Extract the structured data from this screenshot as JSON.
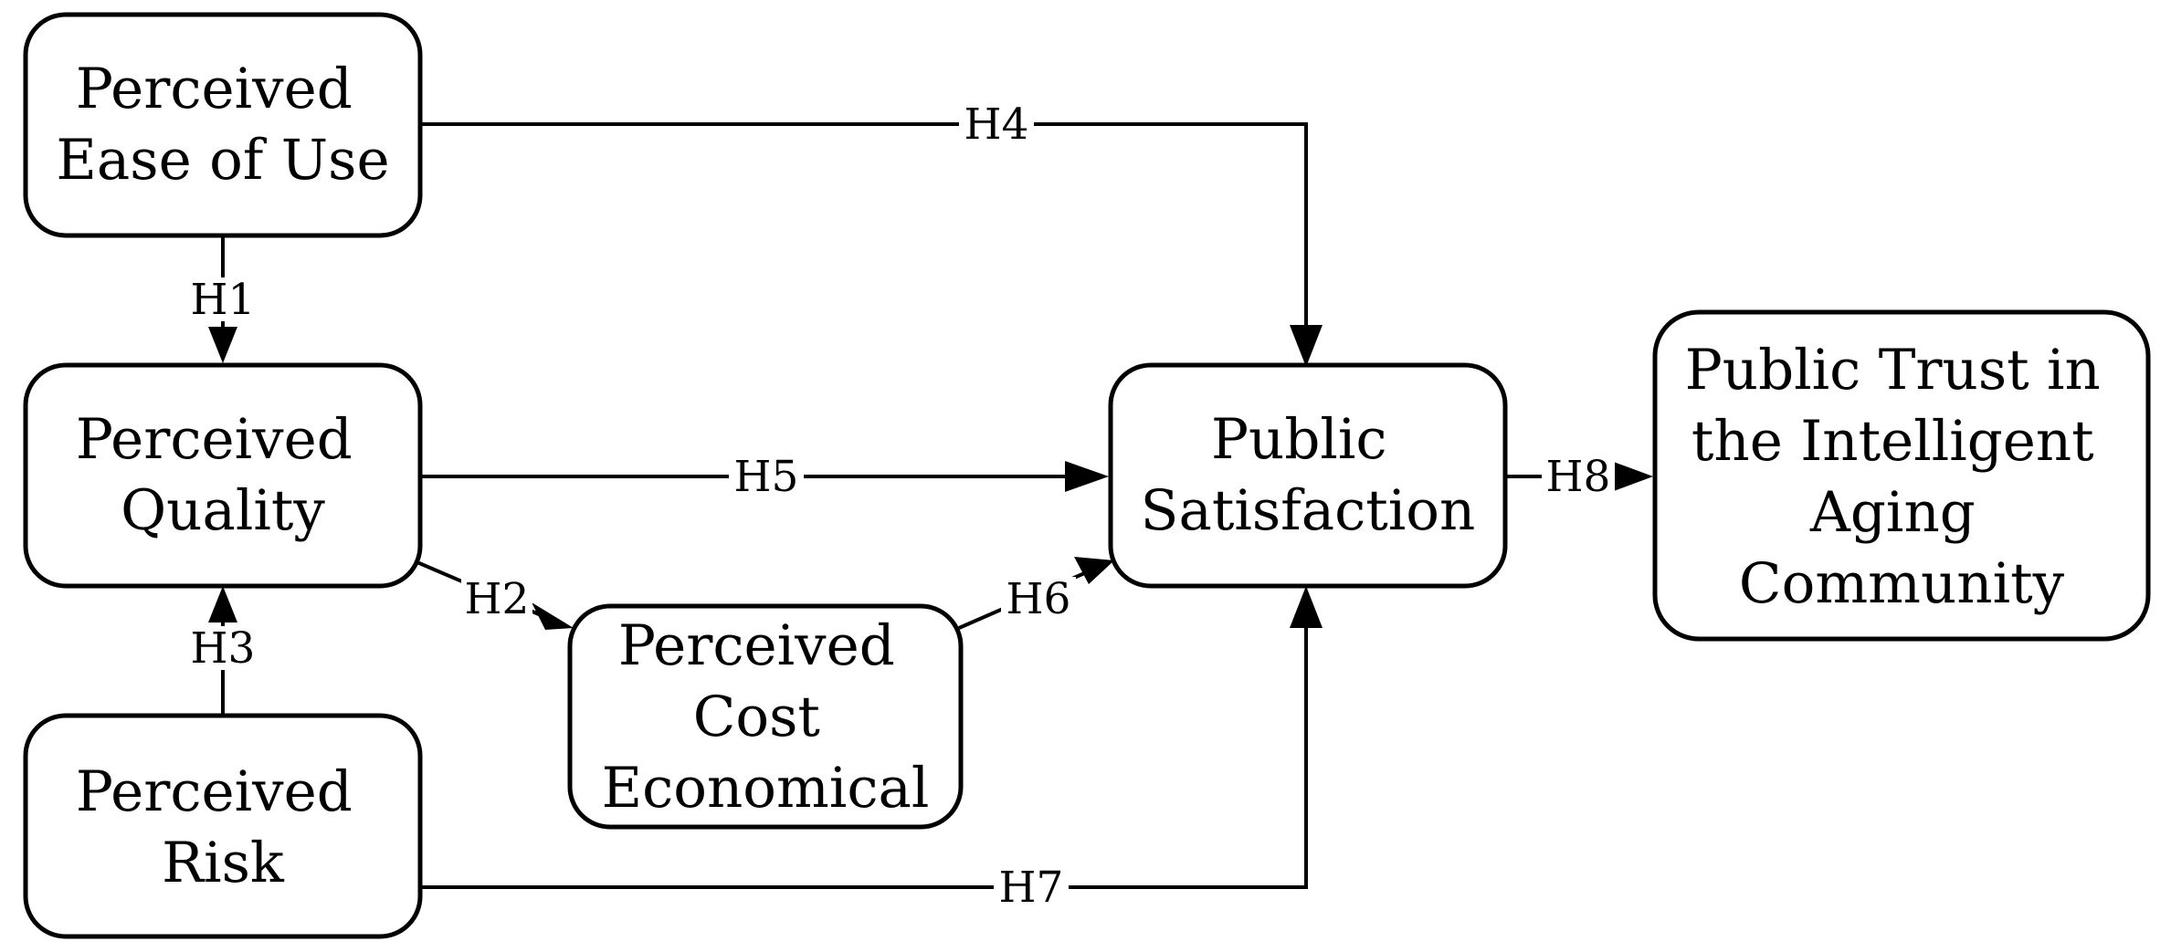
{
  "nodes": {
    "ease_of_use": {
      "lines": [
        "Perceived",
        "Ease of Use"
      ]
    },
    "quality": {
      "lines": [
        "Perceived",
        "Quality"
      ]
    },
    "risk": {
      "lines": [
        "Perceived",
        "Risk"
      ]
    },
    "cost": {
      "lines": [
        "Perceived",
        "Cost",
        "Economical"
      ]
    },
    "satisfaction": {
      "lines": [
        "Public",
        "Satisfaction"
      ]
    },
    "trust": {
      "lines": [
        "Public Trust in",
        "the Intelligent",
        "Aging",
        "Community"
      ]
    }
  },
  "edges": {
    "h1": {
      "label": "H1"
    },
    "h2": {
      "label": "H2"
    },
    "h3": {
      "label": "H3"
    },
    "h4": {
      "label": "H4"
    },
    "h5": {
      "label": "H5"
    },
    "h6": {
      "label": "H6"
    },
    "h7": {
      "label": "H7"
    },
    "h8": {
      "label": "H8"
    }
  }
}
